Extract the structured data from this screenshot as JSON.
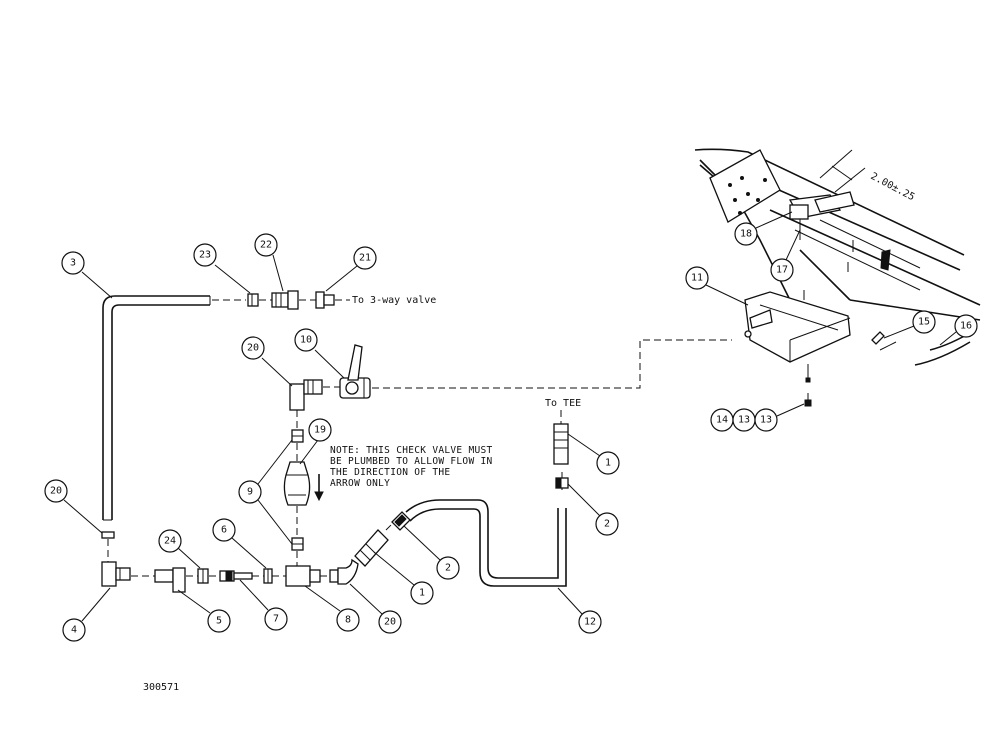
{
  "callouts": {
    "c1a": "1",
    "c1b": "1",
    "c2a": "2",
    "c2b": "2",
    "c3": "3",
    "c4": "4",
    "c5": "5",
    "c6": "6",
    "c7": "7",
    "c8": "8",
    "c9": "9",
    "c10": "10",
    "c11": "11",
    "c12": "12",
    "c13a": "13",
    "c13b": "13",
    "c14": "14",
    "c15": "15",
    "c16": "16",
    "c17": "17",
    "c18": "18",
    "c19": "19",
    "c20a": "20",
    "c20b": "20",
    "c20c": "20",
    "c21": "21",
    "c22": "22",
    "c23": "23",
    "c24": "24"
  },
  "labels": {
    "to_valve": "To 3-way valve",
    "to_tee": "To TEE",
    "dimension": "2.00±.25",
    "note_line1": "NOTE: THIS CHECK VALVE MUST",
    "note_line2": "BE PLUMBED TO ALLOW FLOW IN",
    "note_line3": "THE DIRECTION OF THE",
    "note_line4": "ARROW ONLY",
    "drawing_number": "300571"
  }
}
